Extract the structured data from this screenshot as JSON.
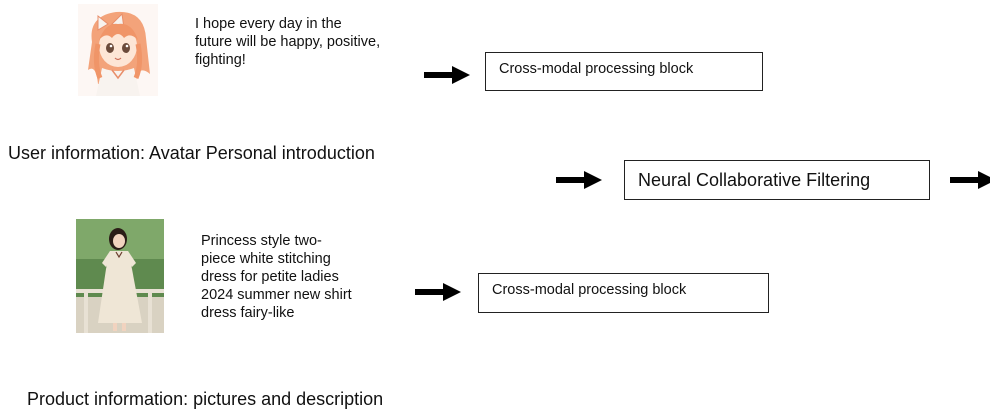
{
  "user": {
    "description": "I hope every day in the\nfuture will be happy, positive,\nfighting!",
    "block_label": "Cross-modal processing block",
    "caption": "User information: Avatar Personal introduction",
    "avatar_icon": "anime-avatar-icon"
  },
  "center": {
    "block_label": "Neural Collaborative Filtering"
  },
  "product": {
    "description": "Princess style two-\npiece white stitching\ndress for petite ladies\n2024 summer new shirt\ndress fairy-like",
    "block_label": "Cross-modal processing block",
    "caption": "Product information: pictures and description",
    "photo_icon": "dress-photo-icon"
  },
  "colors": {
    "arrow": "#000000",
    "box_border": "#222222",
    "text": "#111111"
  }
}
